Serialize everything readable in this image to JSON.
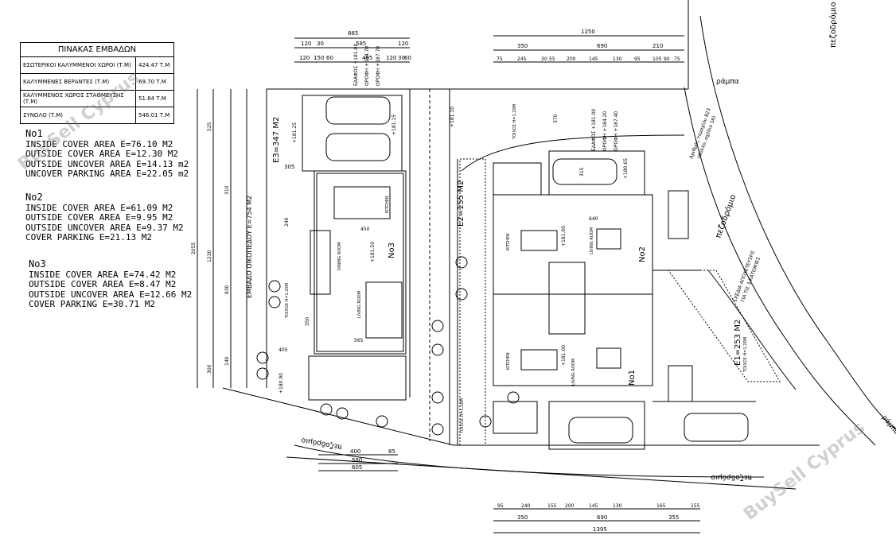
{
  "area_table": {
    "title": "ΠΙΝΑΚΑΣ ΕΜΒΑΔΩΝ",
    "rows": [
      {
        "label": "ΕΣΩΤΕΡΙΚΟΙ ΚΑΛΥΜΜΕΝΟΙ ΧΩΡΟΙ (Τ.Μ)",
        "value": "424.47 Τ.Μ"
      },
      {
        "label": "ΚΑΛΥΜΜΕΝΕΣ ΒΕΡΑΝΤΕΣ (Τ.Μ)",
        "value": "69.70 Τ.Μ"
      },
      {
        "label": "ΚΑΛΥΜΜΕΝΟΣ ΧΩΡΟΣ ΣΤΑΘΜΕΥΣΗΣ (Τ.Μ)",
        "value": "51.84 Τ.Μ"
      },
      {
        "label": "ΣΥΝΟΛΟ (Τ.Μ)",
        "value": "546.01 Τ.Μ"
      }
    ]
  },
  "units": [
    {
      "title": "No1",
      "lines": [
        "INSIDE COVER AREA E=76.10 M2",
        "OUTSIDE COVER AREA E=12.30 M2",
        "OUTSIDE UNCOVER AREA E=14.13 m2",
        "UNCOVER PARKING AREA E=22.05 m2"
      ]
    },
    {
      "title": "No2",
      "lines": [
        "INSIDE COVER AREA E=61.09 M2",
        "OUTSIDE COVER AREA E=9.95 M2",
        "OUTSIDE UNCOVER AREA E=9.37 M2",
        "COVER PARKING E=21.13 M2"
      ]
    },
    {
      "title": "No3",
      "lines": [
        "INSIDE COVER AREA E=74.42 M2",
        "OUTSIDE COVER AREA E=8.47 M2",
        "OUTSIDE UNCOVER AREA E=12.66 M2",
        "COVER PARKING E=30.71 M2"
      ]
    }
  ],
  "plot": {
    "plot_area_label": "ΕΜΒΑΔΟ ΟΙΚΟΠΕΔΟΥ Ε=754 Μ2",
    "plot_no": "Αριθμός τεμαχίου 823",
    "plot_sheet": "(Φύλλο, σχέδιο 16)",
    "sewage": "ΣΧΕΔΙΑ ΑΠΟΧΕΤΕΥΣΗΣ",
    "sewage_sub": "ΓΙΑ ΤΙΣ 3 ΚΑΤΟΙΚΙΕΣ"
  },
  "zones": {
    "e3": "Ε3=347 Μ2",
    "e2": "Ε2=155 Μ2",
    "e1": "Ε1=253 Μ2"
  },
  "streets": {
    "footpath_top": "πεζοδρόμιο",
    "footpath_right": "πεζοδρόμιο",
    "footpath_bottom": "πεζοδρόμιο",
    "footpath_bottom_right": "πεζοδρόμιο",
    "ramp_top": "ράμπα",
    "ramp_right": "ράμπα"
  },
  "unit_labels": {
    "no1": "No1",
    "no2": "No2",
    "no3": "No3"
  },
  "rooms": {
    "kitchen": "KITCHEN",
    "dining": "DINING ROOM",
    "living": "LIVING ROOM"
  },
  "wall_note": "ΤΟΙΧΟΣ Η=1.20Μ",
  "levels": {
    "edafos": "ΕΔΑΦΟΣ +181.00",
    "orofi1": "ΟΡΟΦΗ +184.20",
    "orofi2": "ΟΡΟΦΗ +187.40",
    "top_orofi1": "ΟΡΟΦΗ +184.70",
    "top_orofi2": "ΟΡΟΦΗ +187.70",
    "l18115": "+181.15",
    "l18125": "+181.25",
    "l18110": "+181.10",
    "l18100": "+181.00",
    "l18150": "+181.50",
    "l18090": "+180.90",
    "l18065": "+180.65"
  },
  "dims_top_left": {
    "r1": [
      "865"
    ],
    "r2": [
      "120",
      "30",
      "585",
      "120"
    ],
    "r3": [
      "120",
      "150",
      "60",
      "495",
      "120",
      "30",
      "60"
    ]
  },
  "dims_top_right": {
    "r1": [
      "1250"
    ],
    "r2": [
      "350",
      "690",
      "210"
    ],
    "r3": [
      "75",
      "245",
      "30",
      "55",
      "200",
      "145",
      "130",
      "95",
      "105",
      "90",
      "75"
    ]
  },
  "dims_bottom_right": {
    "r1": [
      "95",
      "240",
      "155",
      "200",
      "145",
      "130",
      "165",
      "155"
    ],
    "r2": [
      "350",
      "690",
      "355"
    ],
    "r3": [
      "1395"
    ]
  },
  "dims_bottom_left": [
    "400",
    "85",
    "580",
    "605"
  ],
  "dims_left": [
    "2055",
    "1230",
    "525",
    "310",
    "830",
    "300",
    "140"
  ],
  "dims_misc": [
    "305",
    "240",
    "450",
    "640",
    "370",
    "315",
    "405",
    "350",
    "565"
  ],
  "watermark": "BuySell Cyprus",
  "colors": {
    "ink": "#000000",
    "watermark": "#8a8a8a"
  }
}
